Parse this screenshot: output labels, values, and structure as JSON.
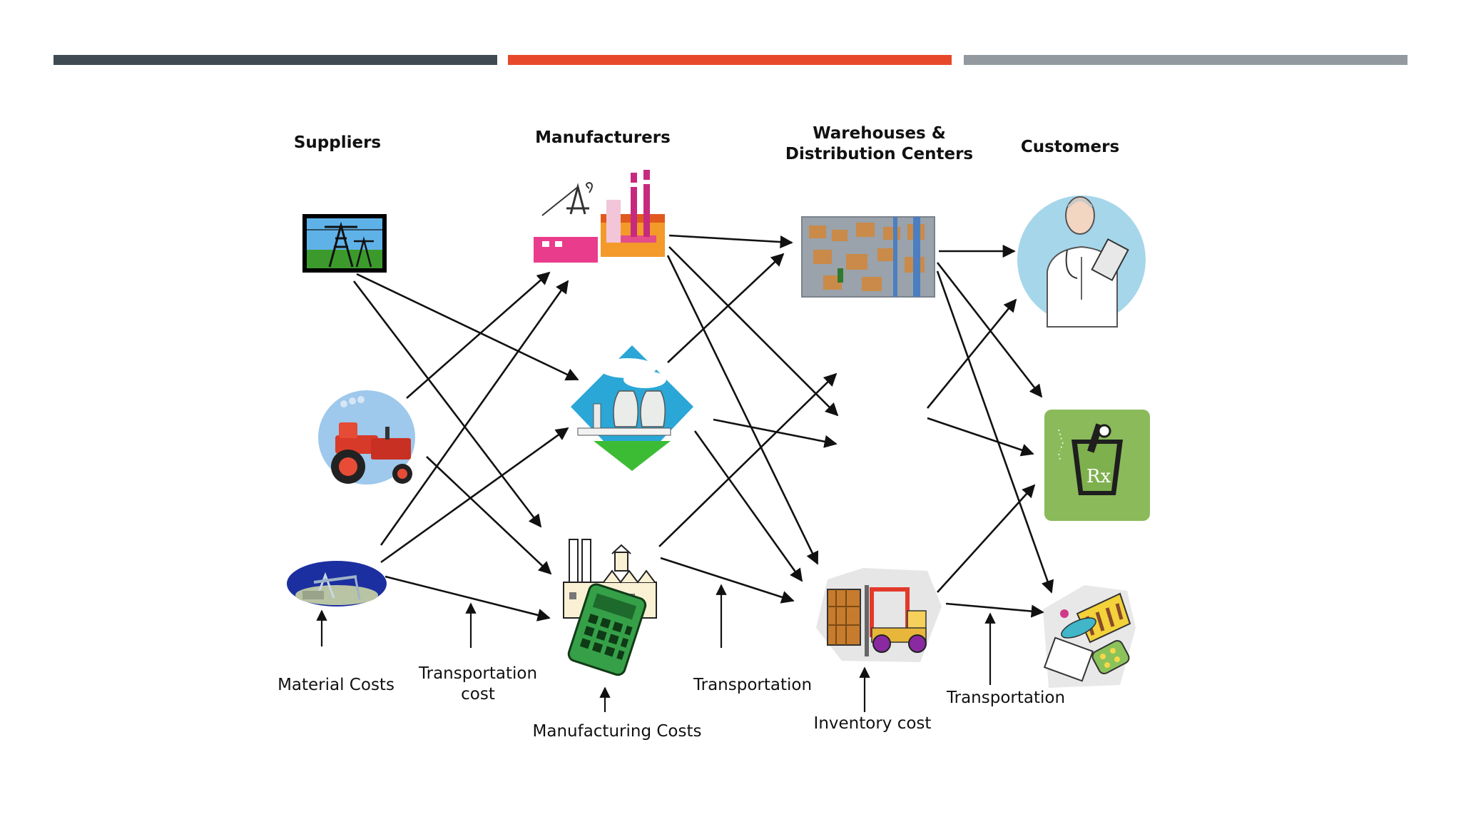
{
  "headers": {
    "suppliers": "Suppliers",
    "manufacturers": "Manufacturers",
    "warehouses_line1": "Warehouses &",
    "warehouses_line2": "Distribution Centers",
    "customers": "Customers"
  },
  "cost_labels": {
    "material_costs": "Material Costs",
    "transportation_cost_line1": "Transportation",
    "transportation_cost_line2": "cost",
    "manufacturing_costs": "Manufacturing Costs",
    "transportation_1": "Transportation",
    "inventory_cost": "Inventory cost",
    "transportation_2": "Transportation"
  },
  "pharmacy_symbol": "Rx",
  "colors": {
    "bar_dark": "#3f4a52",
    "bar_accent": "#e8482a",
    "bar_gray": "#939a9f"
  }
}
